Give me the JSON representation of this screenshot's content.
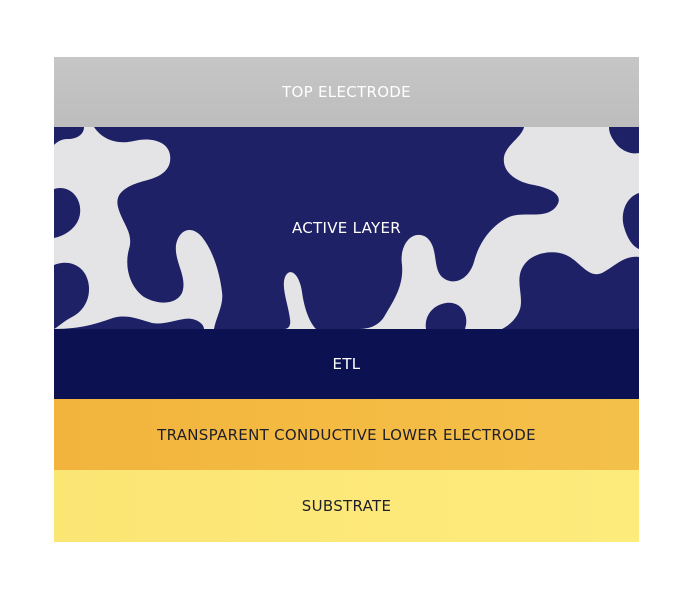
{
  "diagram": {
    "layers": [
      {
        "id": "top-electrode",
        "label": "TOP ELECTRODE",
        "color": "#c0c0c0"
      },
      {
        "id": "active-layer",
        "label": "ACTIVE LAYER",
        "color": "#1e2166",
        "secondary_color": "#e4e4e7",
        "pattern": "blob-phase-separation"
      },
      {
        "id": "etl",
        "label": "ETL",
        "color": "#0c1152"
      },
      {
        "id": "tcle",
        "label": "TRANSPARENT CONDUCTIVE LOWER ELECTRODE",
        "color": "#f4bc44"
      },
      {
        "id": "substrate",
        "label": "SUBSTRATE",
        "color": "#fde97a"
      }
    ]
  }
}
